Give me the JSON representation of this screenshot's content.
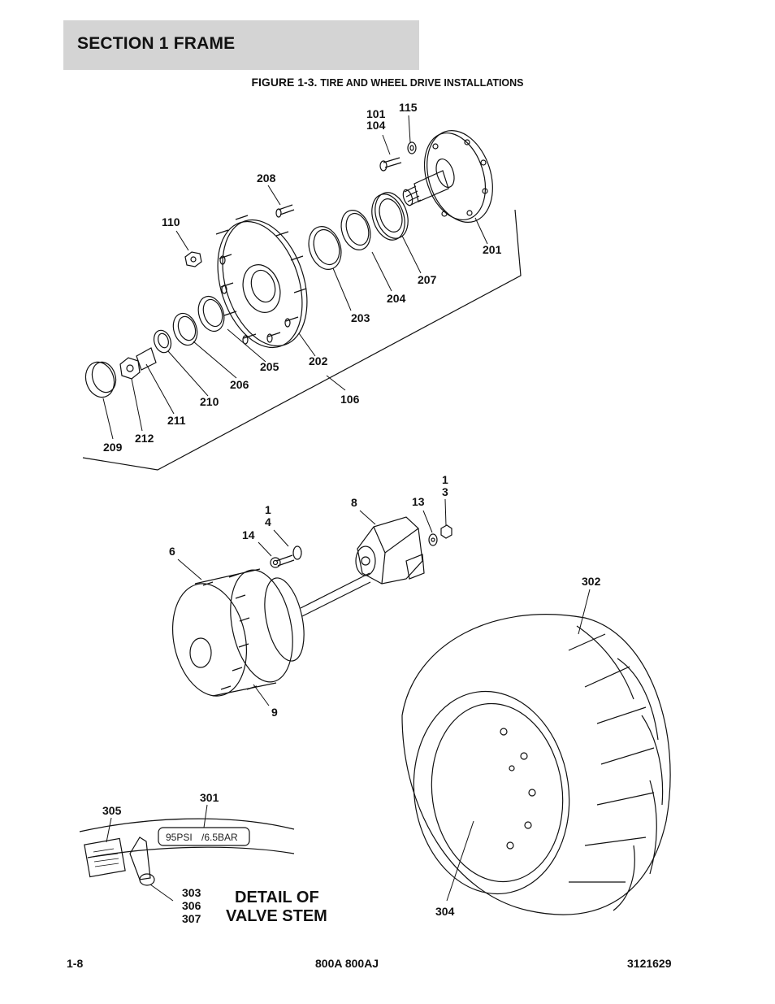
{
  "header": {
    "section_title": "SECTION 1  FRAME"
  },
  "figure": {
    "label": "FIGURE 1-3.",
    "caption": "TIRE AND WHEEL DRIVE INSTALLATIONS"
  },
  "callouts": {
    "c101": "101",
    "c104": "104",
    "c115": "115",
    "c208": "208",
    "c110": "110",
    "c201": "201",
    "c207": "207",
    "c204": "204",
    "c203": "203",
    "c202": "202",
    "c205": "205",
    "c206": "206",
    "c210": "210",
    "c211": "211",
    "c212": "212",
    "c209": "209",
    "c106": "106",
    "c1a": "1",
    "c3a": "3",
    "c8": "8",
    "c13": "13",
    "c1b": "1",
    "c4b": "4",
    "c14": "14",
    "c6": "6",
    "c302": "302",
    "c9": "9",
    "c301": "301",
    "c305": "305",
    "c303": "303",
    "c306": "306",
    "c307": "307",
    "c304": "304"
  },
  "detail": {
    "line1": "DETAIL OF",
    "line2": "VALVE STEM"
  },
  "valve_decal": {
    "psi": "95PSI",
    "bar": "/6.5BAR"
  },
  "footer": {
    "page": "1-8",
    "model": "800A 800AJ",
    "doc_number": "3121629"
  }
}
